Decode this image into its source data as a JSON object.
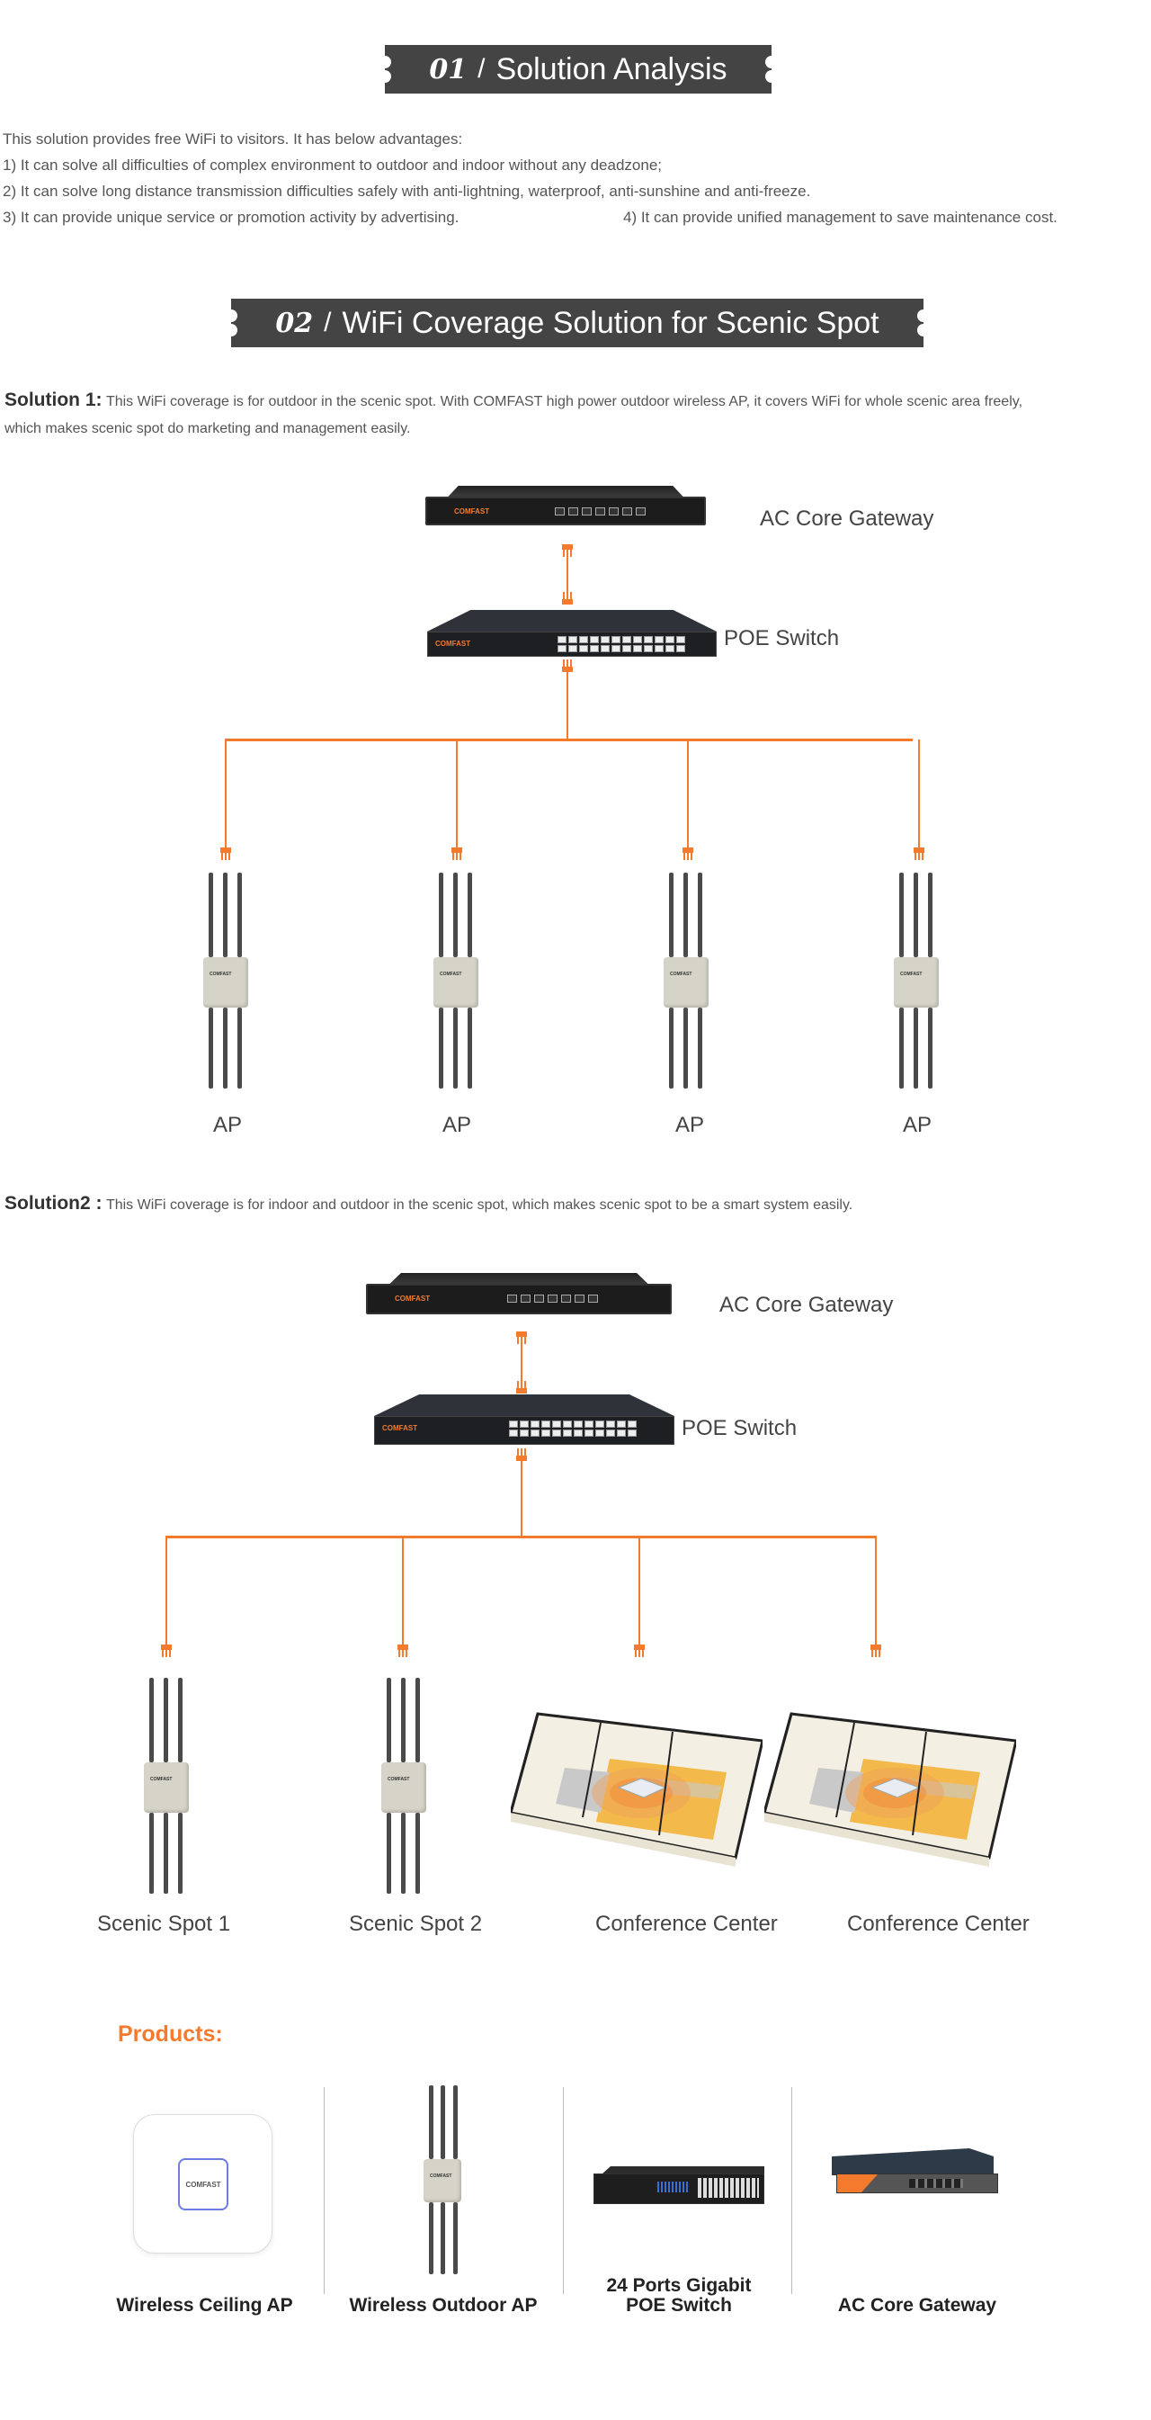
{
  "section1": {
    "number": "01",
    "title": "Solution Analysis",
    "intro": "This solution provides free WiFi to visitors. It has below advantages:",
    "advantages": [
      "1) It can solve all difficulties of complex environment to outdoor and indoor without any deadzone;",
      "2) It can solve long distance transmission difficulties safely with anti-lightning, waterproof, anti-sunshine and anti-freeze.",
      "3) It can provide unique service or promotion activity by advertising.",
      "4) It can provide unified management to save maintenance cost."
    ]
  },
  "section2": {
    "number": "02",
    "title": "WiFi Coverage Solution for Scenic Spot"
  },
  "solution1": {
    "heading": "Solution 1:",
    "text_line1": "This WiFi coverage is for outdoor in the scenic spot. With COMFAST high power outdoor wireless AP, it covers WiFi for whole scenic area freely,",
    "text_line2": "which makes scenic spot do marketing and management easily.",
    "gateway_label": "AC Core Gateway",
    "switch_label": "POE Switch",
    "ap_labels": [
      "AP",
      "AP",
      "AP",
      "AP"
    ]
  },
  "solution2": {
    "heading": "Solution2 :",
    "text": "This WiFi coverage is for indoor and outdoor in the scenic spot, which makes scenic spot to be a smart system easily.",
    "gateway_label": "AC Core Gateway",
    "switch_label": "POE Switch",
    "endpoint_labels": [
      "Scenic Spot 1",
      "Scenic Spot 2",
      "Conference Center",
      "Conference Center"
    ]
  },
  "device_brand": "COMFAST",
  "products": {
    "heading": "Products:",
    "items": [
      {
        "name": "Wireless Ceiling AP"
      },
      {
        "name": "Wireless Outdoor AP"
      },
      {
        "name_line1": "24 Ports Gigabit",
        "name_line2": "POE Switch"
      },
      {
        "name": "AC Core Gateway"
      }
    ]
  },
  "colors": {
    "banner": "#444444",
    "cable": "#f47a2e",
    "products_heading": "#f47a2e"
  }
}
